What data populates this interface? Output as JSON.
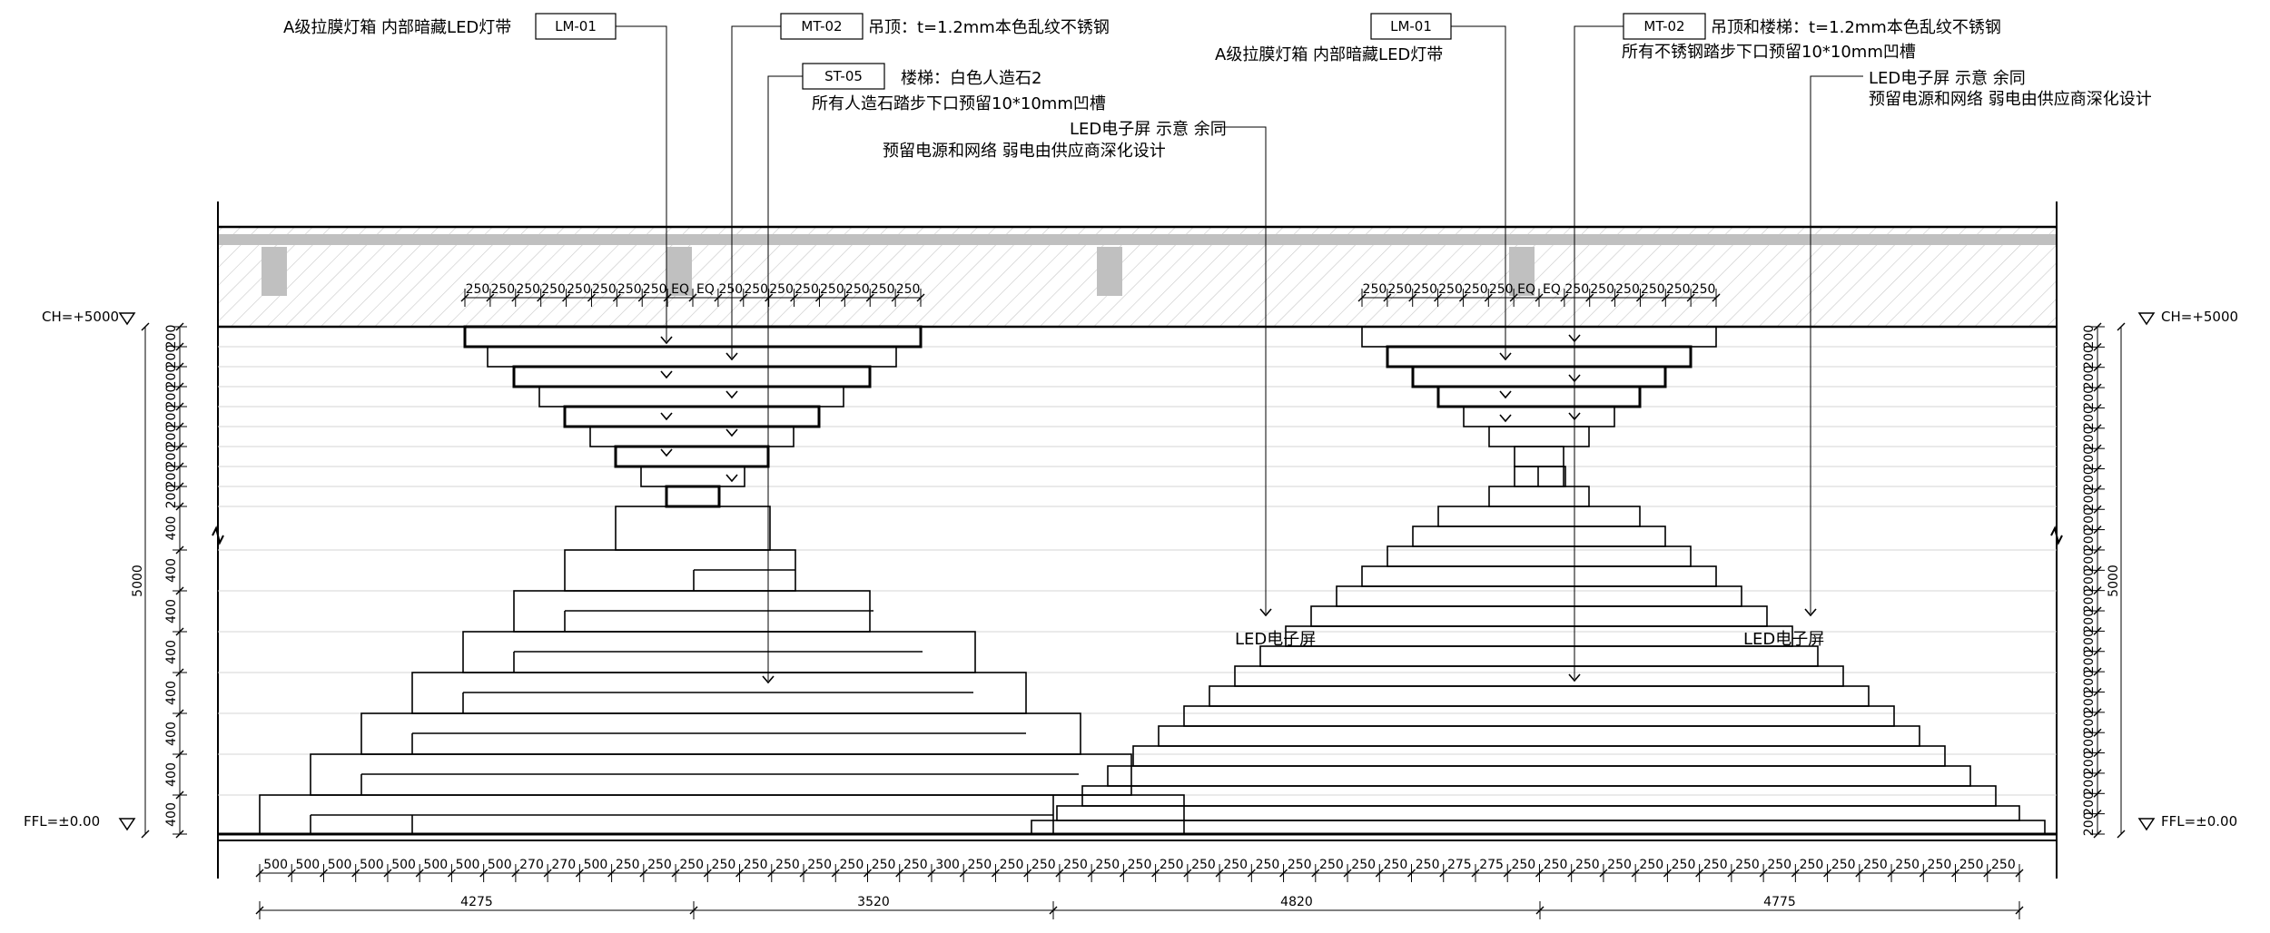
{
  "callouts": {
    "lm01_left": {
      "tag": "LM-01",
      "lines": [
        "A级拉膜灯箱 内部暗藏LED灯带"
      ]
    },
    "mt02_left": {
      "tag": "MT-02",
      "lines": [
        "吊顶：t=1.2mm本色乱纹不锈钢"
      ]
    },
    "st05": {
      "tag": "ST-05",
      "lines": [
        "楼梯：白色人造石2",
        "所有人造石踏步下口预留10*10mm凹槽"
      ]
    },
    "led_center": {
      "lines": [
        "LED电子屏 示意 余同",
        "预留电源和网络 弱电由供应商深化设计"
      ]
    },
    "lm01_right": {
      "tag": "LM-01",
      "lines": [
        "A级拉膜灯箱 内部暗藏LED灯带"
      ]
    },
    "mt02_right": {
      "tag": "MT-02",
      "lines": [
        "吊顶和楼梯：t=1.2mm本色乱纹不锈钢",
        "所有不锈钢踏步下口预留10*10mm凹槽"
      ]
    },
    "led_right": {
      "lines": [
        "LED电子屏 示意 余同",
        "预留电源和网络 弱电由供应商深化设计"
      ]
    }
  },
  "labels": {
    "led_screen": "LED电子屏",
    "ch_level": "CH=+5000",
    "ffl_level": "FFL=±0.00"
  },
  "dimensions": {
    "top_left_chain": [
      "250",
      "250",
      "250",
      "250",
      "250",
      "250",
      "250",
      "250",
      "EQ",
      "EQ",
      "250",
      "250",
      "250",
      "250",
      "250",
      "250",
      "250",
      "250"
    ],
    "top_right_chain": [
      "250",
      "250",
      "250",
      "250",
      "250",
      "250",
      "EQ",
      "EQ",
      "250",
      "250",
      "250",
      "250",
      "250",
      "250"
    ],
    "bottom_chain": [
      "500",
      "500",
      "500",
      "500",
      "500",
      "500",
      "500",
      "500",
      "270",
      "270",
      "500",
      "250",
      "250",
      "250",
      "250",
      "250",
      "250",
      "250",
      "250",
      "250",
      "250",
      "300",
      "250",
      "250",
      "250",
      "250",
      "250",
      "250",
      "250",
      "250",
      "250",
      "250",
      "250",
      "250",
      "250",
      "250",
      "250",
      "275",
      "275",
      "250",
      "250",
      "250",
      "250",
      "250",
      "250",
      "250",
      "250",
      "250",
      "250",
      "250",
      "250",
      "250",
      "250",
      "250",
      "250"
    ],
    "bottom_totals": [
      "4275",
      "3520",
      "4820",
      "4775"
    ],
    "left_vertical": [
      "200",
      "200",
      "200",
      "200",
      "200",
      "200",
      "200",
      "200",
      "200",
      "400",
      "400",
      "400",
      "400",
      "400",
      "400",
      "400",
      "400"
    ],
    "left_total": "5000",
    "right_vertical": [
      "200",
      "200",
      "200",
      "200",
      "200",
      "200",
      "200",
      "200",
      "200",
      "200",
      "200",
      "200",
      "200",
      "200",
      "200",
      "200",
      "200",
      "200",
      "200",
      "200",
      "200",
      "200",
      "200",
      "200",
      "200"
    ],
    "right_total": "5000"
  }
}
